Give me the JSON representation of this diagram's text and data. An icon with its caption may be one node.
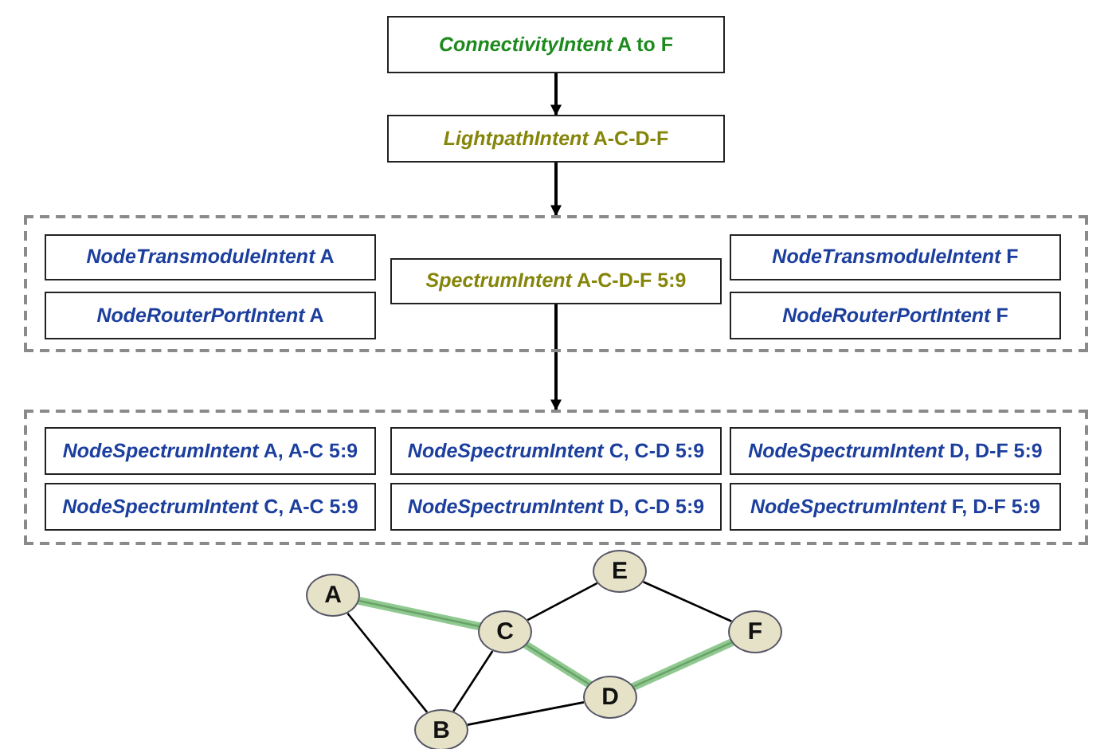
{
  "diagram": {
    "nodes": [
      {
        "text": [
          "*ConnectivityIntent* A to F"
        ]
      },
      {
        "text": [
          "*LightpathIntent* A-C-D-F"
        ]
      },
      {
        "text": [],
        "shape": "box"
      },
      {
        "text": [
          "*NodeTransmoduleIntent* A"
        ],
        "in": 2
      },
      {
        "text": [
          "*NodeRouterPortIntent* A"
        ],
        "in": 2
      },
      {
        "text": [
          "*SpectrumIntent* A-C-D-F 5:9"
        ],
        "in": 2
      },
      {
        "text": [
          "*NodeTransmoduleIntent* F"
        ],
        "in": 2
      },
      {
        "text": [
          "*NodeRouterPortIntent* F"
        ],
        "in": 2
      },
      {
        "text": [],
        "shape": "box"
      },
      {
        "text": [
          "*NodeSpectrumIntent* A, A-C 5:9"
        ],
        "in": 8
      },
      {
        "text": [
          "*NodeSpectrumIntent* C, C-D 5:9"
        ],
        "in": 8
      },
      {
        "text": [
          "*NodeSpectrumIntent* D, D-F 5:9"
        ],
        "in": 8
      },
      {
        "text": [
          "*NodeSpectrumIntent* C, A-C 5:9"
        ],
        "in": 8
      },
      {
        "text": [
          "*NodeSpectrumIntent* D, C-D 5:9"
        ],
        "in": 8
      },
      {
        "text": [
          "*NodeSpectrumIntent* F, D-F 5:9"
        ],
        "in": 8
      },
      {
        "text": [
          "A"
        ]
      },
      {
        "text": [
          "B"
        ]
      },
      {
        "text": [
          "C"
        ]
      },
      {
        "text": [
          "D"
        ]
      },
      {
        "text": [
          "E"
        ]
      },
      {
        "text": [
          "F"
        ]
      }
    ],
    "edges": [
      {
        "from": 0,
        "to": 1,
        "arrow": "to"
      },
      {
        "from": 1,
        "to": 2,
        "arrow": "to"
      },
      {
        "from": 5,
        "to": 8,
        "arrow": "to"
      },
      {
        "from": 15,
        "to": 16,
        "arrow": "none"
      },
      {
        "from": 15,
        "to": 17,
        "arrow": "none"
      },
      {
        "from": 16,
        "to": 17,
        "arrow": "none"
      },
      {
        "from": 16,
        "to": 18,
        "arrow": "none"
      },
      {
        "from": 17,
        "to": 18,
        "arrow": "none"
      },
      {
        "from": 17,
        "to": 19,
        "arrow": "none"
      },
      {
        "from": 19,
        "to": 20,
        "arrow": "none"
      },
      {
        "from": 18,
        "to": 20,
        "arrow": "none"
      },
      {
        "from": 15,
        "to": 17,
        "arrow": "none",
        "style": "thick",
        "color": "#7cbf7c"
      },
      {
        "from": 17,
        "to": 18,
        "arrow": "none",
        "style": "thick",
        "color": "#7cbf7c"
      },
      {
        "from": 18,
        "to": 20,
        "arrow": "none",
        "style": "thick",
        "color": "#7cbf7c"
      }
    ]
  }
}
